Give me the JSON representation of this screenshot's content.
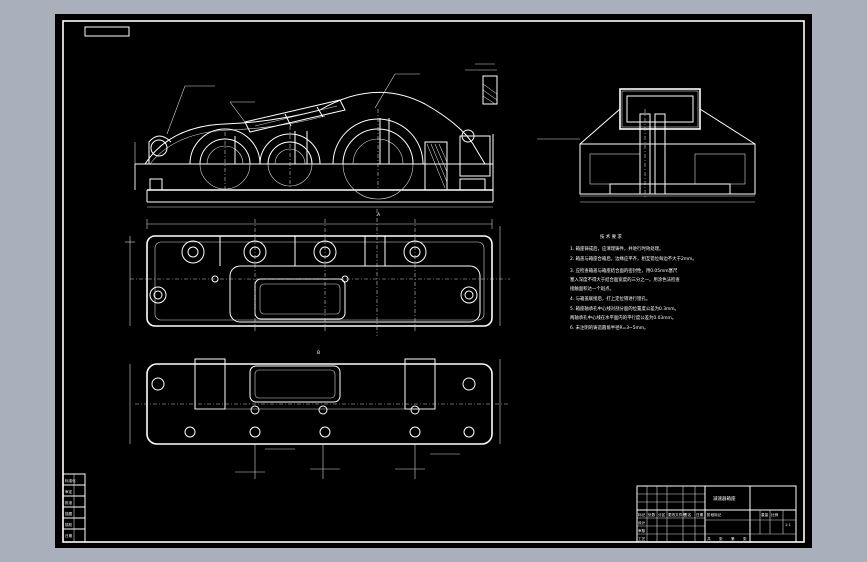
{
  "drawing": {
    "section_mark": "A",
    "view_label": "B",
    "tech_requirements_title": "技 术 要 求",
    "notes": [
      "1. 箱座铸成后，应清理铸件，并进行时效处理。",
      "2. 箱盖与箱座合箱后，边缘应平齐，相互错位每边不大于2mm。",
      "3. 应检查箱盖与箱座结合面的密封性，用0.05mm塞尺",
      "   塞入深度不得大于结合面宽度的三分之一。用涂色法检查",
      "   接触面积达一个斑点。",
      "4. 与箱盖联接后，打上定位销进行镗孔。",
      "5. 箱座轴承孔中心线对剖分面的位置度公差为0.3mm。",
      "   两轴承孔中心线在水平面内的平行度公差为0.03mm。",
      "6. 未注明的铸造圆角半径R=3~5mm。"
    ],
    "left_title_block": [
      "标准化",
      "审定",
      "批准",
      "描图",
      "描校",
      "日期"
    ],
    "title_block": {
      "drawing_name": "减速器箱座",
      "row_labels": [
        "标记",
        "处数",
        "分区",
        "更改文件号",
        "签名",
        "日期"
      ],
      "stage_labels": [
        "阶段标记",
        "重量",
        "比例"
      ],
      "scale": "1:1",
      "sheet_labels": [
        "共",
        "张",
        "第",
        "张"
      ],
      "role_labels": [
        "设计",
        "审核",
        "工艺"
      ]
    }
  }
}
